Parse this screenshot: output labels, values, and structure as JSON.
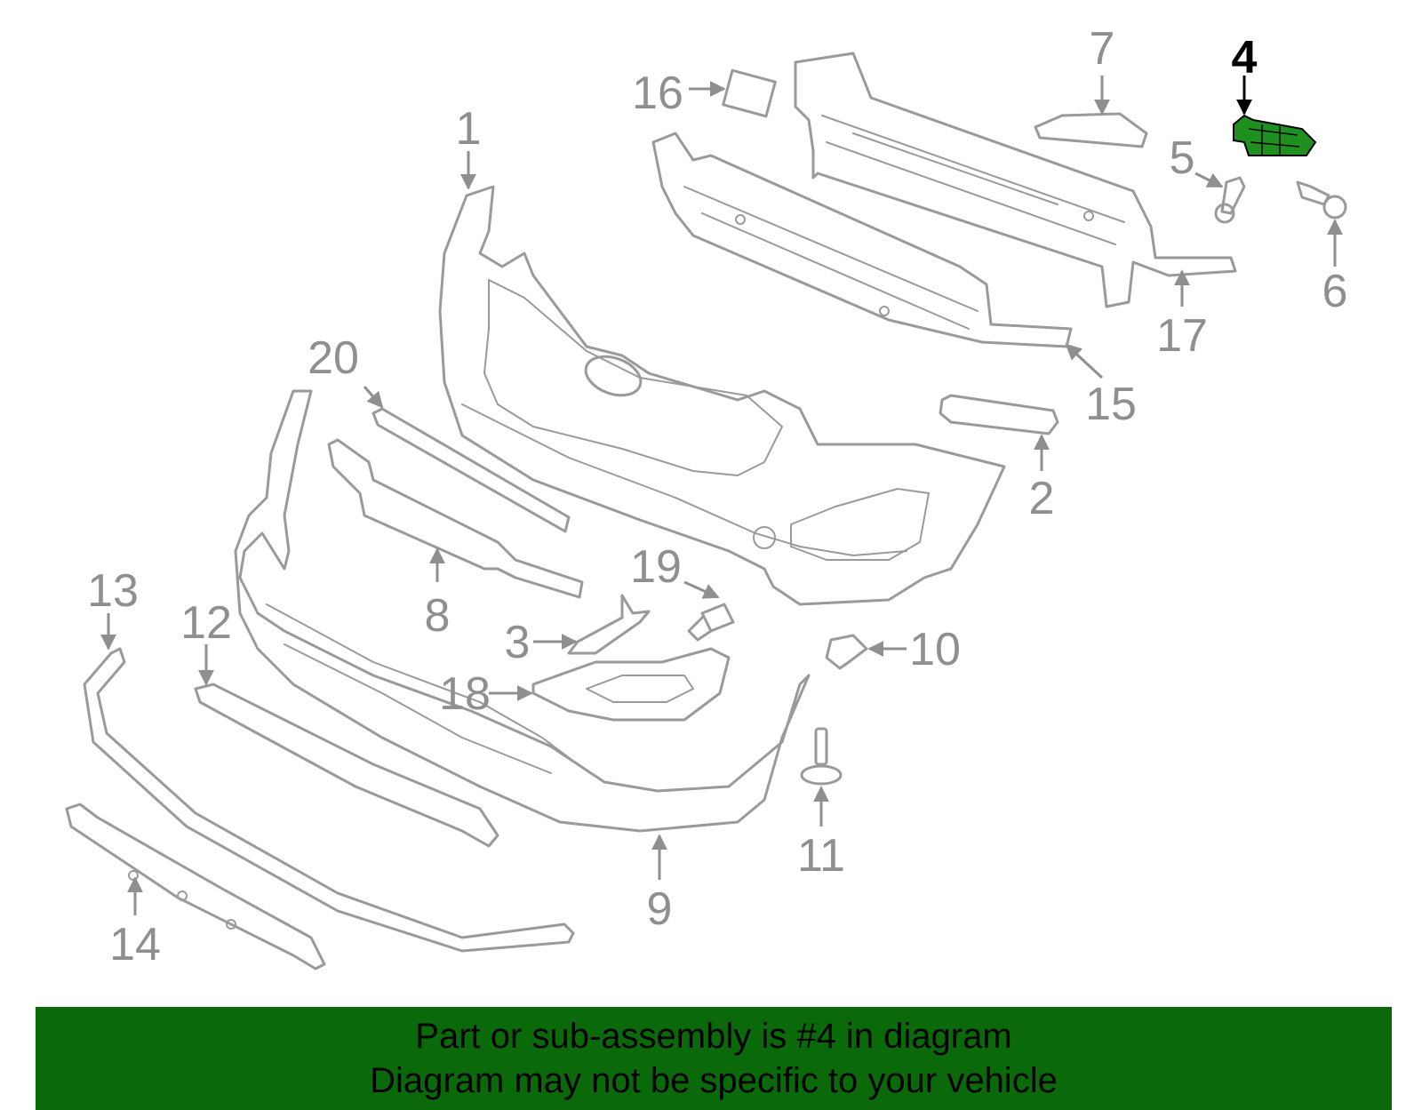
{
  "colors": {
    "part_stroke": "#9a9a9a",
    "highlight_fill": "#1f8f1f",
    "banner_background": "#0a6a0a",
    "banner_text": "#000000"
  },
  "highlighted_part": "4",
  "callouts": [
    {
      "id": "1",
      "label": "1"
    },
    {
      "id": "2",
      "label": "2"
    },
    {
      "id": "3",
      "label": "3"
    },
    {
      "id": "4",
      "label": "4"
    },
    {
      "id": "5",
      "label": "5"
    },
    {
      "id": "6",
      "label": "6"
    },
    {
      "id": "7",
      "label": "7"
    },
    {
      "id": "8",
      "label": "8"
    },
    {
      "id": "9",
      "label": "9"
    },
    {
      "id": "10",
      "label": "10"
    },
    {
      "id": "11",
      "label": "11"
    },
    {
      "id": "12",
      "label": "12"
    },
    {
      "id": "13",
      "label": "13"
    },
    {
      "id": "14",
      "label": "14"
    },
    {
      "id": "15",
      "label": "15"
    },
    {
      "id": "16",
      "label": "16"
    },
    {
      "id": "17",
      "label": "17"
    },
    {
      "id": "18",
      "label": "18"
    },
    {
      "id": "19",
      "label": "19"
    },
    {
      "id": "20",
      "label": "20"
    }
  ],
  "banner": {
    "line1": "Part or sub-assembly is #4 in diagram",
    "line2": "Diagram may not be specific to your vehicle"
  }
}
